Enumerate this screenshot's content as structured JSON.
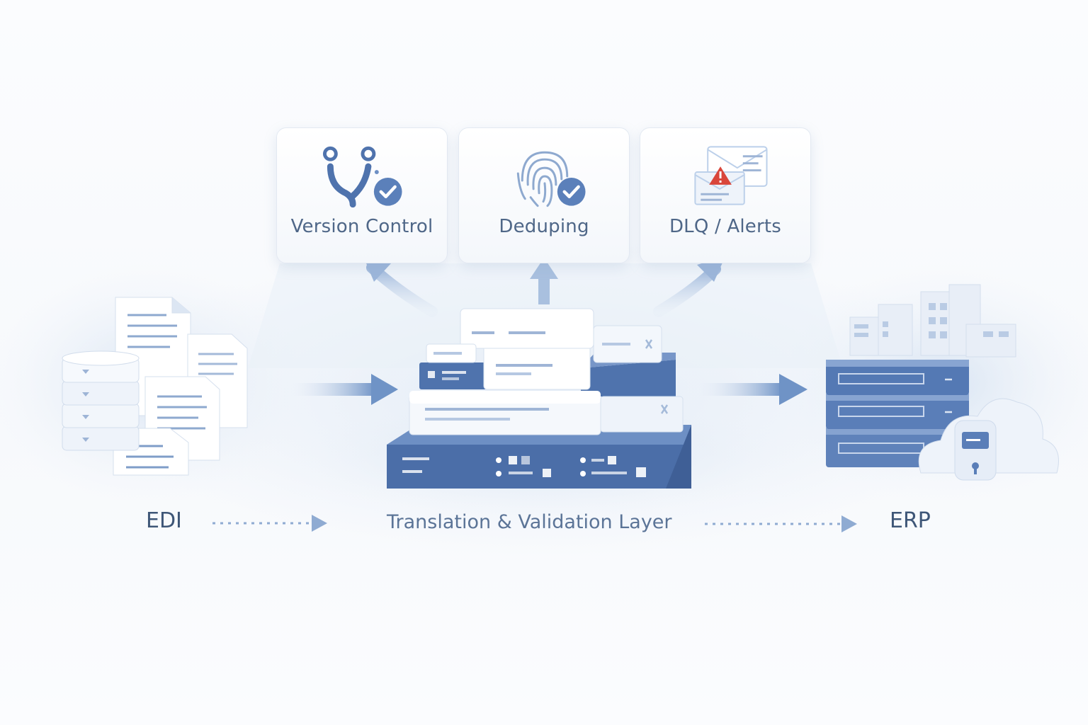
{
  "features": [
    {
      "label": "Version Control",
      "icon": "branch-check-icon"
    },
    {
      "label": "Deduping",
      "icon": "fingerprint-check-icon"
    },
    {
      "label": "DLQ / Alerts",
      "icon": "mail-alert-icon"
    }
  ],
  "flow": {
    "source": "EDI",
    "middle": "Translation & Validation Layer",
    "target": "ERP"
  },
  "colors": {
    "primary": "#4d73b0",
    "light": "#dbe6f4",
    "text": "#4f6788",
    "alert": "#d9463b"
  }
}
